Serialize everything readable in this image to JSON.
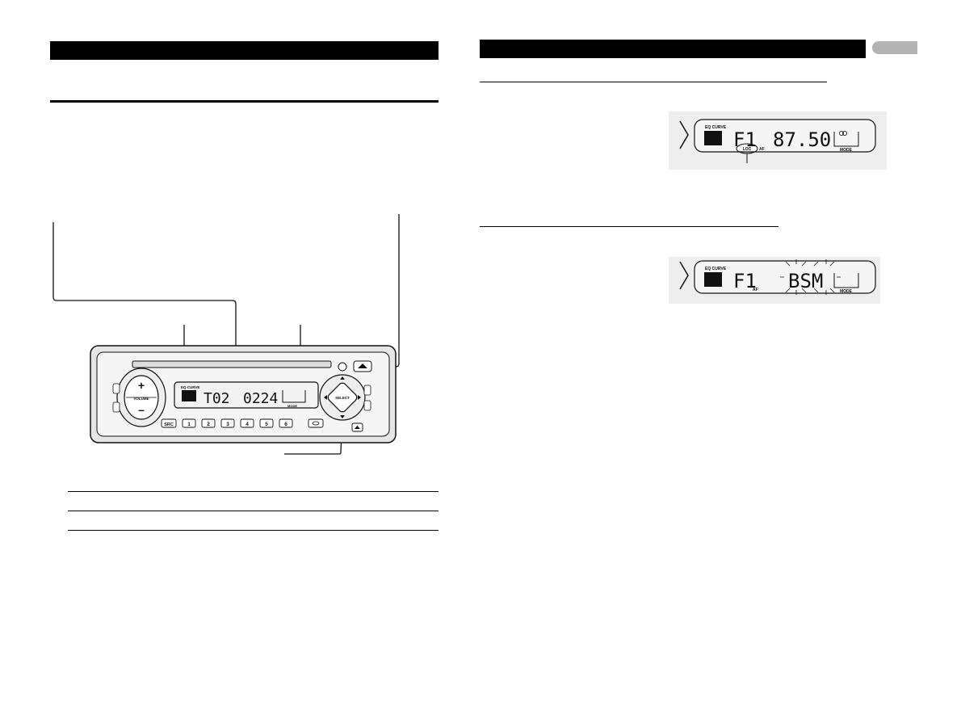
{
  "cd_display": {
    "eq_label": "EQ CURVE",
    "track": "T02",
    "time": "0224",
    "mode_label": "MODE"
  },
  "head_unit": {
    "volume_label": "VOLUME",
    "select_label": "SELECT",
    "src_label": "SRC",
    "preset_buttons": [
      "1",
      "2",
      "3",
      "4",
      "5",
      "6"
    ]
  },
  "tuner_display_1": {
    "eq_label": "EQ CURVE",
    "band": "F1",
    "frequency": "87.50",
    "loc_label": "LOC",
    "af_label": "AF",
    "mode_label": "MODE"
  },
  "tuner_display_2": {
    "eq_label": "EQ CURVE",
    "band": "F1",
    "bsm_label": "BSM",
    "af_label": "AF",
    "mode_label": "MODE"
  },
  "colors": {
    "ink": "#111111",
    "tab_gray": "#b3b3b3",
    "panel_gray": "#e6e6e6",
    "lcd_bg": "#f2f2f2"
  }
}
